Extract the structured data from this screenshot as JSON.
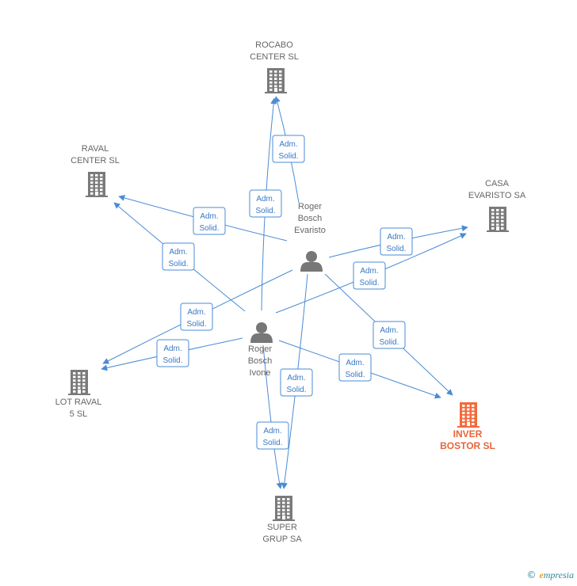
{
  "colors": {
    "edge": "#4a8bd6",
    "company": "#7a7a7a",
    "focus_company": "#f26a3a",
    "person": "#777777",
    "label_border": "#4a8bd6",
    "label_text": "#3a78c4"
  },
  "nodes": [
    {
      "id": "rocabo",
      "type": "company",
      "label": "ROCABO\nCENTER SL",
      "icon": "building-icon"
    },
    {
      "id": "raval",
      "type": "company",
      "label": "RAVAL\nCENTER  SL",
      "icon": "building-icon"
    },
    {
      "id": "casa",
      "type": "company",
      "label": "CASA\nEVARISTO SA",
      "icon": "building-icon"
    },
    {
      "id": "lot",
      "type": "company",
      "label": "LOT RAVAL\n5  SL",
      "icon": "building-icon"
    },
    {
      "id": "inver",
      "type": "company",
      "label": "INVER\nBOSTOR  SL",
      "icon": "building-icon",
      "focus": true
    },
    {
      "id": "super",
      "type": "company",
      "label": "SUPER\nGRUP SA",
      "icon": "building-icon"
    },
    {
      "id": "evaristo",
      "type": "person",
      "label": "Roger\nBosch\nEvaristo",
      "icon": "person-icon"
    },
    {
      "id": "ivone",
      "type": "person",
      "label": "Roger\nBosch\nIvone",
      "icon": "person-icon"
    }
  ],
  "edges": [
    {
      "from": "evaristo",
      "to": "rocabo",
      "label": "Adm.\nSolid."
    },
    {
      "from": "ivone",
      "to": "rocabo",
      "label": "Adm.\nSolid."
    },
    {
      "from": "evaristo",
      "to": "raval",
      "label": "Adm.\nSolid."
    },
    {
      "from": "ivone",
      "to": "raval",
      "label": "Adm.\nSolid."
    },
    {
      "from": "evaristo",
      "to": "casa",
      "label": "Adm.\nSolid."
    },
    {
      "from": "ivone",
      "to": "casa",
      "label": "Adm.\nSolid."
    },
    {
      "from": "evaristo",
      "to": "lot",
      "label": "Adm.\nSolid."
    },
    {
      "from": "ivone",
      "to": "lot",
      "label": "Adm.\nSolid."
    },
    {
      "from": "evaristo",
      "to": "inver",
      "label": "Adm.\nSolid."
    },
    {
      "from": "ivone",
      "to": "inver",
      "label": "Adm.\nSolid."
    },
    {
      "from": "evaristo",
      "to": "super",
      "label": "Adm.\nSolid."
    },
    {
      "from": "ivone",
      "to": "super",
      "label": "Adm.\nSolid."
    }
  ],
  "footer": {
    "copyright_symbol": "©",
    "brand_initial": "e",
    "brand_rest": "mpresia"
  }
}
